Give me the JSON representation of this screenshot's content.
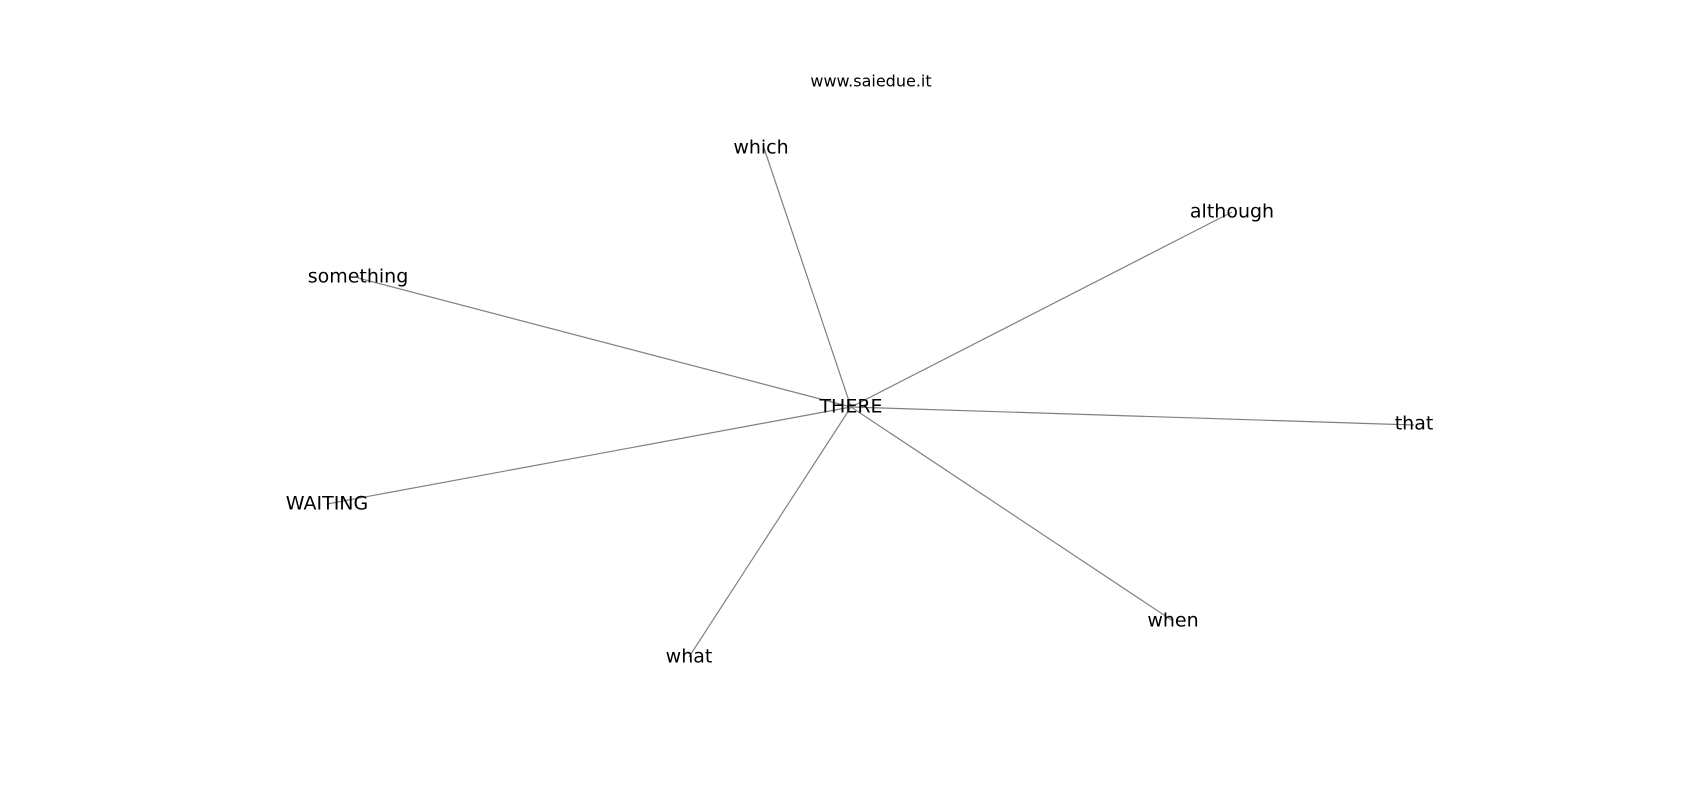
{
  "header": {
    "site": "www.saiedue.it"
  },
  "graph": {
    "center": "THERE",
    "leaves": [
      "which",
      "although",
      "something",
      "that",
      "WAITING",
      "when",
      "what"
    ]
  },
  "colors": {
    "edge": "#808080",
    "text": "#000000",
    "background": "#ffffff"
  }
}
